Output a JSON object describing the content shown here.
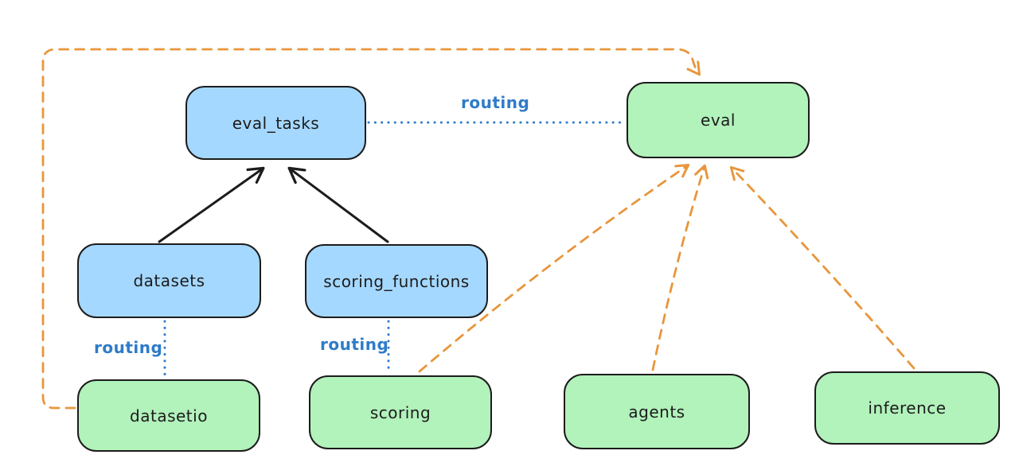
{
  "diagram": {
    "colors": {
      "background": "#ffffff",
      "blue_node_fill": "#a5d8ff",
      "green_node_fill": "#b2f2bb",
      "node_stroke": "#1c1c1c",
      "routing_blue": "#2f7bc9",
      "orange_dashed": "#e8963c",
      "black_arrow": "#1c1c1c"
    },
    "nodes": [
      {
        "id": "eval_tasks",
        "label": "eval_tasks",
        "color": "blue"
      },
      {
        "id": "eval",
        "label": "eval",
        "color": "green"
      },
      {
        "id": "datasets",
        "label": "datasets",
        "color": "blue"
      },
      {
        "id": "scoring_functions",
        "label": "scoring_functions",
        "color": "blue"
      },
      {
        "id": "datasetio",
        "label": "datasetio",
        "color": "green"
      },
      {
        "id": "scoring",
        "label": "scoring",
        "color": "green"
      },
      {
        "id": "agents",
        "label": "agents",
        "color": "green"
      },
      {
        "id": "inference",
        "label": "inference",
        "color": "green"
      }
    ],
    "edge_labels": [
      {
        "text": "routing",
        "between": [
          "eval_tasks",
          "eval"
        ]
      },
      {
        "text": "routing",
        "between": [
          "datasets",
          "datasetio"
        ]
      },
      {
        "text": "routing",
        "between": [
          "scoring_functions",
          "scoring"
        ]
      }
    ],
    "edges": [
      {
        "from": "datasets",
        "to": "eval_tasks",
        "style": "solid-black-arrow"
      },
      {
        "from": "scoring_functions",
        "to": "eval_tasks",
        "style": "solid-black-arrow"
      },
      {
        "from": "eval_tasks",
        "to": "eval",
        "style": "dotted-blue",
        "label": "routing"
      },
      {
        "from": "datasets",
        "to": "datasetio",
        "style": "dotted-blue",
        "label": "routing"
      },
      {
        "from": "scoring_functions",
        "to": "scoring",
        "style": "dotted-blue",
        "label": "routing"
      },
      {
        "from": "datasetio",
        "to": "eval",
        "style": "dashed-orange-arrow",
        "route": "left-and-top-loop"
      },
      {
        "from": "scoring",
        "to": "eval",
        "style": "dashed-orange-arrow"
      },
      {
        "from": "agents",
        "to": "eval",
        "style": "dashed-orange-arrow"
      },
      {
        "from": "inference",
        "to": "eval",
        "style": "dashed-orange-arrow"
      }
    ]
  }
}
